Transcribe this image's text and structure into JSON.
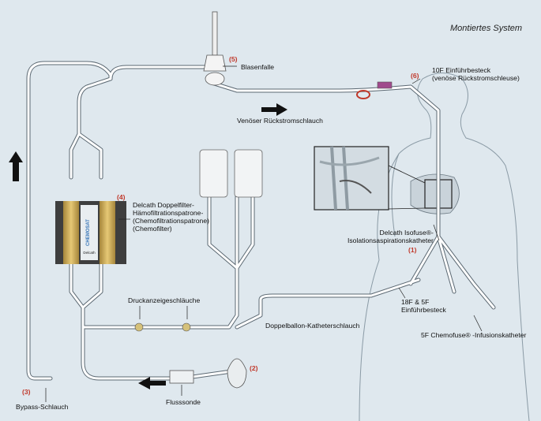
{
  "title": "Montiertes System",
  "labels": {
    "blasenfalle": "Blasenfalle",
    "einfuehr_line1": "10F Einführbesteck",
    "einfuehr_line2": "(venöse Rückstromschleuse)",
    "venoeser": "Venöser Rückstromschlauch",
    "delcath_filter_1": "Delcath Doppelfilter-",
    "delcath_filter_2": "Hämofiltrationspatrone-",
    "delcath_filter_3": "(Chemofiltrationspatrone)",
    "delcath_filter_4": "(Chemofilter)",
    "isofuse_1": "Delcath Isofuse®-",
    "isofuse_2": "Isolationsaspirationskatheter",
    "druck": "Druckanzeigeschläuche",
    "doppelballon": "Doppelballon-Katheterschlauch",
    "einfuehr18_1": "18F & 5F",
    "einfuehr18_2": "Einführbesteck",
    "chemofuse": "5F Chemofuse® -Infusionskatheter",
    "bypass": "Bypass-Schlauch",
    "flusssonde": "Flusssonde"
  },
  "numbers": {
    "n1": "(1)",
    "n2": "(2)",
    "n3": "(3)",
    "n4": "(4)",
    "n5": "(5)",
    "n6": "(6)"
  },
  "cartridge_text": {
    "brand": "CHEMOSAT",
    "maker": "Delcath"
  },
  "colors": {
    "background": "#dfe8ee",
    "tube": "#ffffff",
    "accent_red": "#c0392b",
    "filter_gold": "#d8b35a"
  }
}
